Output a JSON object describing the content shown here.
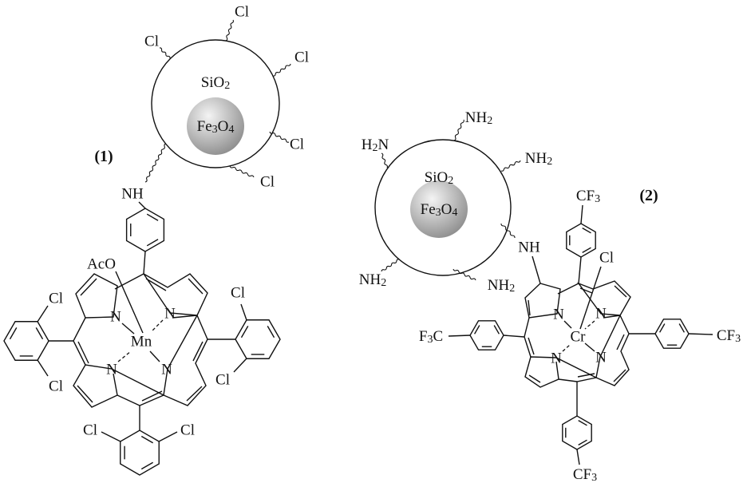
{
  "colors": {
    "core_light": "#f4f4f4",
    "core_dark": "#8a8a8a",
    "ink": "#111111"
  },
  "compound1": {
    "number": "(1)",
    "shell": "SiO2",
    "core": "Fe3O4",
    "surface_groups": [
      "Cl",
      "Cl",
      "Cl",
      "Cl",
      "Cl"
    ],
    "linker": "NH",
    "axial_ligand": "AcO",
    "metal": "Mn",
    "nitrogen": "N",
    "aryl_substituents": [
      "Cl",
      "Cl",
      "Cl",
      "Cl",
      "Cl",
      "Cl"
    ]
  },
  "compound2": {
    "number": "(2)",
    "shell": "SiO2",
    "core": "Fe3O4",
    "surface_groups": [
      "NH2",
      "H2N",
      "NH2",
      "NH2",
      "NH2"
    ],
    "linker": "NH",
    "axial_ligand": "Cl",
    "metal": "Cr",
    "nitrogen": "N",
    "aryl_substituents": [
      "CF3",
      "F3C",
      "CF3",
      "CF3"
    ]
  }
}
